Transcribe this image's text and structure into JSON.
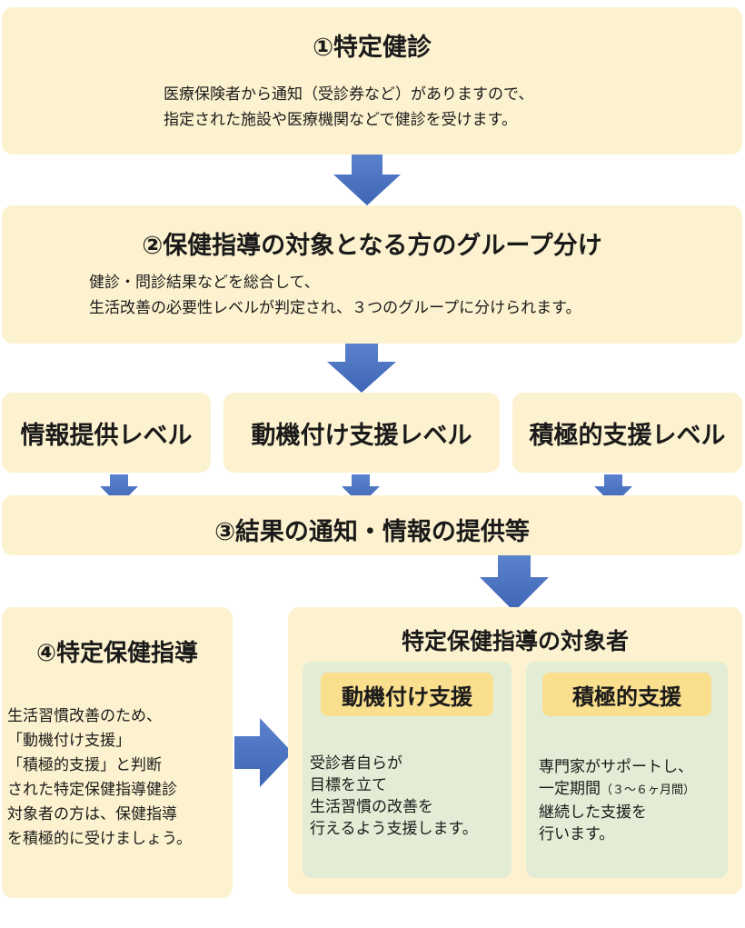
{
  "step1": {
    "title": "①特定健診",
    "lines": [
      "医療保険者から通知（受診券など）がありますので、",
      "指定された施設や医療機関などで健診を受けます。"
    ]
  },
  "step2": {
    "title": "②保健指導の対象となる方のグループ分け",
    "lines": [
      "健診・問診結果などを総合して、",
      "生活改善の必要性レベルが判定され、３つのグループに分けられます。"
    ]
  },
  "levels": [
    "情報提供レベル",
    "動機付け支援レベル",
    "積極的支援レベル"
  ],
  "step3": {
    "title": "③結果の通知・情報の提供等"
  },
  "step4": {
    "title": "④特定保健指導",
    "lines": [
      "生活習慣改善のため、",
      "「動機付け支援」",
      "「積極的支援」と判断",
      "された特定保健指導健診",
      "対象者の方は、保健指導",
      "を積極的に受けましょう。"
    ]
  },
  "target": {
    "title": "特定保健指導の対象者",
    "motivation": {
      "label": "動機付け支援",
      "lines": [
        "受診者自らが",
        "目標を立て",
        "生活習慣の改善を",
        "行えるよう支援します。"
      ]
    },
    "active": {
      "label": "積極的支援",
      "line1": "専門家がサポートし、",
      "line2_main": "一定期間",
      "line2_small": "（３～６ヶ月間）",
      "line3": "継続した支援を",
      "line4": "行います。"
    }
  },
  "colors": {
    "box": "#fdf2cf",
    "inner": "#e3ecd4",
    "pill": "#f9df8e",
    "arrow": "#4a72c0"
  }
}
